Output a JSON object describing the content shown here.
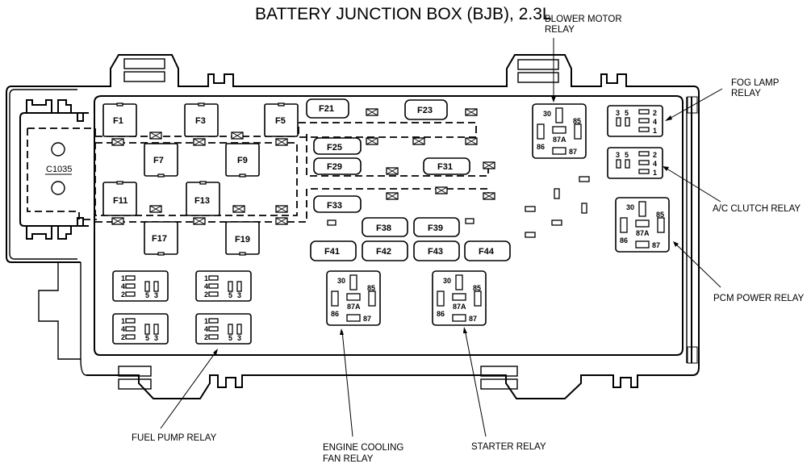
{
  "title": "BATTERY JUNCTION BOX (BJB), 2.3L",
  "connector": {
    "label": "C1035"
  },
  "fuses": {
    "F1": "F1",
    "F3": "F3",
    "F5": "F5",
    "F7": "F7",
    "F9": "F9",
    "F11": "F11",
    "F13": "F13",
    "F17": "F17",
    "F19": "F19",
    "F21": "F21",
    "F23": "F23",
    "F25": "F25",
    "F29": "F29",
    "F31": "F31",
    "F33": "F33",
    "F38": "F38",
    "F39": "F39",
    "F41": "F41",
    "F42": "F42",
    "F43": "F43",
    "F44": "F44"
  },
  "relay_pins_iso": {
    "p30": "30",
    "p85": "85",
    "p86": "86",
    "p87": "87",
    "p87a": "87A"
  },
  "relay_pins_mini": {
    "p1": "1",
    "p2": "2",
    "p3": "3",
    "p4": "4",
    "p5": "5"
  },
  "labels": {
    "blower_motor_relay_1": "BLOWER MOTOR",
    "blower_motor_relay_2": "RELAY",
    "fog_lamp_relay_1": "FOG LAMP",
    "fog_lamp_relay_2": "RELAY",
    "ac_clutch_relay": "A/C CLUTCH RELAY",
    "pcm_power_relay": "PCM POWER RELAY",
    "fuel_pump_relay": "FUEL PUMP RELAY",
    "engine_cooling_fan_relay_1": "ENGINE COOLING",
    "engine_cooling_fan_relay_2": "FAN RELAY",
    "starter_relay": "STARTER RELAY"
  }
}
